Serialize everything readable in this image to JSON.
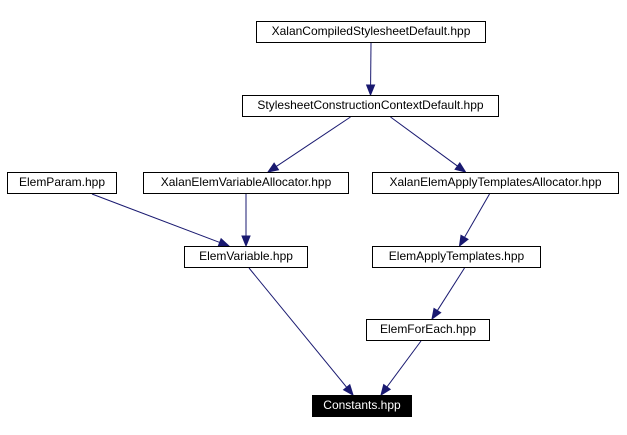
{
  "graph": {
    "edge_color": "#191970",
    "nodes": {
      "xalan_compiled": {
        "label": "XalanCompiledStylesheetDefault.hpp",
        "href": true
      },
      "stylesheet_ctx": {
        "label": "StylesheetConstructionContextDefault.hpp",
        "href": true
      },
      "elem_param": {
        "label": "ElemParam.hpp",
        "href": true
      },
      "xalan_var_alloc": {
        "label": "XalanElemVariableAllocator.hpp",
        "href": true
      },
      "xalan_apply_alloc": {
        "label": "XalanElemApplyTemplatesAllocator.hpp",
        "href": true
      },
      "elem_variable": {
        "label": "ElemVariable.hpp",
        "href": true
      },
      "elem_apply": {
        "label": "ElemApplyTemplates.hpp",
        "href": true
      },
      "elem_for_each": {
        "label": "ElemForEach.hpp",
        "href": true
      },
      "constants": {
        "label": "Constants.hpp",
        "href": false
      }
    },
    "edges": [
      [
        "xalan_compiled",
        "stylesheet_ctx"
      ],
      [
        "stylesheet_ctx",
        "xalan_var_alloc"
      ],
      [
        "stylesheet_ctx",
        "xalan_apply_alloc"
      ],
      [
        "elem_param",
        "elem_variable"
      ],
      [
        "xalan_var_alloc",
        "elem_variable"
      ],
      [
        "xalan_apply_alloc",
        "elem_apply"
      ],
      [
        "elem_apply",
        "elem_for_each"
      ],
      [
        "elem_variable",
        "constants"
      ],
      [
        "elem_for_each",
        "constants"
      ]
    ]
  }
}
